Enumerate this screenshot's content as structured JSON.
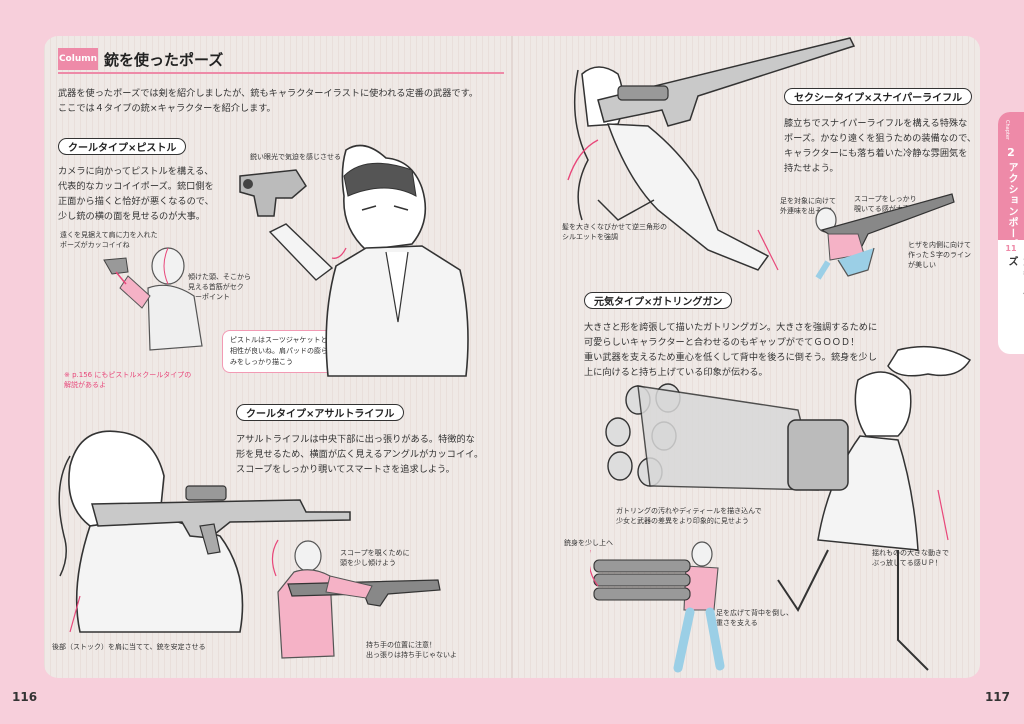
{
  "page": {
    "left_number": "116",
    "right_number": "117"
  },
  "column": {
    "tag": "Column",
    "title": "銃を使ったポーズ",
    "intro_1": "武器を使ったポーズでは剣を紹介しましたが、銃もキャラクターイラストに使われる定番の武器です。",
    "intro_2": "ここでは４タイプの銃×キャラクターを紹介します。"
  },
  "pistol": {
    "heading": "クールタイプ×ピストル",
    "text_1": "カメラに向かってピストルを構える、",
    "text_2": "代表的なカッコイイポーズ。銃口側を",
    "text_3": "正面から描くと恰好が悪くなるので、",
    "text_4": "少し銃の横の面を見せるのが大事。",
    "note_shoulder": "遠くを見据えて肩に力を入れた\nポーズがカッコイイね",
    "note_neck": "傾けた頭、そこから\n見える首筋がセク\nシーポイント",
    "note_eyes": "鋭い眼光で気迫を感じさせる",
    "bubble": "ピストルはスーツジャケットと\n相性が良いね。肩パッドの膨ら\nみをしっかり描こう",
    "ref_note": "※ p.156 にもピストル×クールタイプの\n解説があるよ"
  },
  "rifle": {
    "heading": "クールタイプ×アサルトライフル",
    "text_1": "アサルトライフルは中央下部に出っ張りがある。特徴的な",
    "text_2": "形を見せるため、横面が広く見えるアングルがカッコイイ。",
    "text_3": "スコープをしっかり覗いてスマートさを追求しよう。",
    "note_scope": "スコープを覗くために\n頭を少し傾けよう",
    "note_stock": "後部（ストック）を肩に当てて、銃を安定させる",
    "note_grip": "持ち手の位置に注意！\n出っ張りは持ち手じゃないよ"
  },
  "sniper": {
    "heading": "セクシータイプ×スナイパーライフル",
    "text_1": "膝立ちでスナイパーライフルを構える特殊な",
    "text_2": "ポーズ。かなり遠くを狙うための装備なので、",
    "text_3": "キャラクターにも落ち着いた冷静な雰囲気を",
    "text_4": "持たせよう。",
    "note_hair": "髪を大きくなびかせて逆三角形の\nシルエットを強調",
    "note_foot": "足を対象に向けて\n外連味を出そう！",
    "note_scope": "スコープをしっかり\n覗いてる感が大事",
    "note_knee": "ヒザを内側に向けて\n作ったＳ字のライン\nが美しい"
  },
  "gatling": {
    "heading": "元気タイプ×ガトリングガン",
    "text_1": "大きさと形を誇張して描いたガトリングガン。大きさを強調するために",
    "text_2": "可愛らしいキャラクターと合わせるのもギャップがでてＧＯＯＤ！",
    "text_3": "重い武器を支えるため重心を低くして背中を後ろに倒そう。銃身を少し",
    "text_4": "上に向けると持ち上げている印象が伝わる。",
    "note_detail": "ガトリングの汚れやディティールを描き込んで\n少女と武器の差異をより印象的に見せよう",
    "note_barrel": "銃身を少し上へ",
    "note_skirt": "揺れものの大きな動きで\nぶっ放してる感ＵＰ！",
    "note_legs": "足を広げて背中を倒し、\n重さを支える"
  },
  "sidebar": {
    "chapter_label": "Chapter",
    "chapter_num": "2",
    "chapter_title": "アクションポーズ",
    "section_num": "11",
    "section_title": "武器を使ったポーズ"
  },
  "colors": {
    "accent": "#ee8aa8",
    "pink_text": "#e8477a",
    "band": "#f7cfdb",
    "paper": "#efe9e6"
  }
}
